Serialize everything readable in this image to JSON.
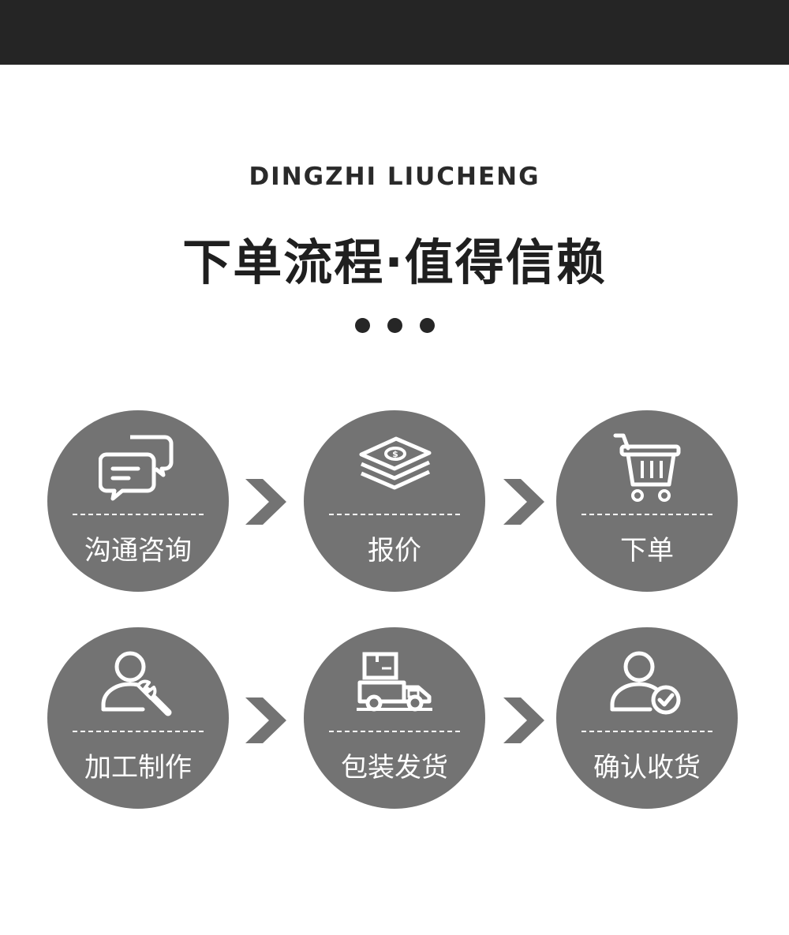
{
  "header": {
    "subtitle": "DINGZHI LIUCHENG",
    "title": "下单流程·值得信赖"
  },
  "colors": {
    "topbar": "#252525",
    "circle": "#737373",
    "arrow": "#737373",
    "text_dark": "#1f1f1f"
  },
  "steps": [
    {
      "label": "沟通咨询",
      "icon": "chat-bubbles-icon"
    },
    {
      "label": "报价",
      "icon": "money-stack-icon"
    },
    {
      "label": "下单",
      "icon": "shopping-cart-icon"
    },
    {
      "label": "加工制作",
      "icon": "worker-wrench-icon"
    },
    {
      "label": "包装发货",
      "icon": "delivery-truck-icon"
    },
    {
      "label": "确认收货",
      "icon": "user-check-icon"
    }
  ]
}
